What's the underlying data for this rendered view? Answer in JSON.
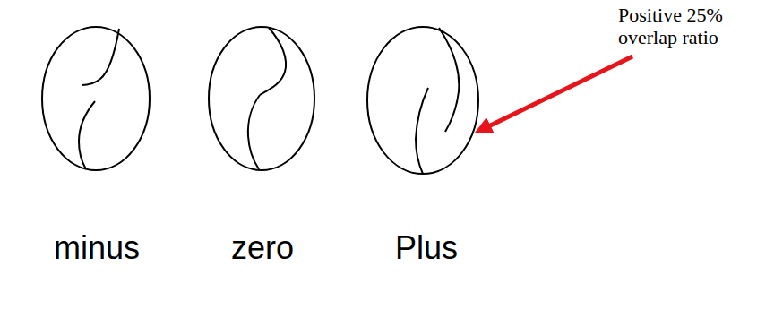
{
  "diagram": {
    "labels": [
      "Positive 25% overlap ratio",
      "minus",
      "zero",
      "Plus"
    ]
  }
}
